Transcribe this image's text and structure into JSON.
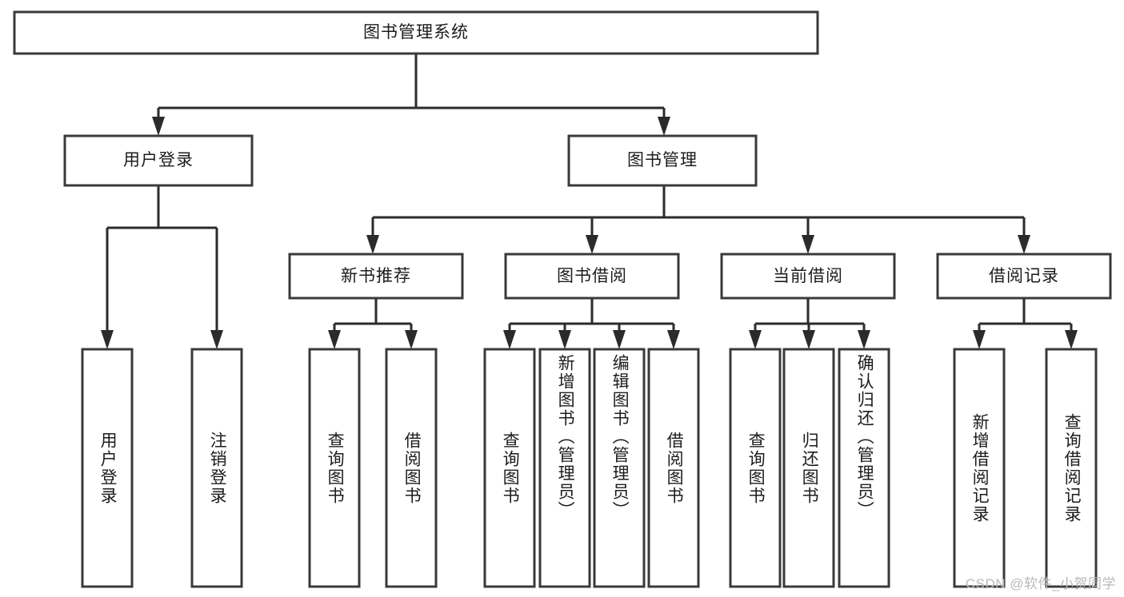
{
  "diagram": {
    "title": "图书管理系统",
    "type": "hierarchy-tree",
    "watermark": "CSDN @软件_小贺同学",
    "colors": {
      "box_stroke": "#3a3a3a",
      "connector": "#2b2b2b",
      "background": "#ffffff",
      "text": "#1c1c1c",
      "watermark": "#b9b9b9"
    },
    "levels": {
      "root": {
        "label": "图书管理系统"
      },
      "level2": [
        {
          "id": "user-login",
          "label": "用户登录"
        },
        {
          "id": "book-management",
          "label": "图书管理"
        }
      ],
      "level3": [
        {
          "id": "new-book-recommend",
          "label": "新书推荐",
          "parent": "book-management"
        },
        {
          "id": "book-borrow",
          "label": "图书借阅",
          "parent": "book-management"
        },
        {
          "id": "current-borrow",
          "label": "当前借阅",
          "parent": "book-management"
        },
        {
          "id": "borrow-record",
          "label": "借阅记录",
          "parent": "book-management"
        }
      ],
      "leaves": [
        {
          "id": "leaf-user-login",
          "label": "用户登录",
          "parent": "user-login"
        },
        {
          "id": "leaf-logout-login",
          "label": "注销登录",
          "parent": "user-login"
        },
        {
          "id": "leaf-query-book-1",
          "label": "查询图书",
          "parent": "new-book-recommend"
        },
        {
          "id": "leaf-borrow-book-1",
          "label": "借阅图书",
          "parent": "new-book-recommend"
        },
        {
          "id": "leaf-query-book-2",
          "label": "查询图书",
          "parent": "book-borrow"
        },
        {
          "id": "leaf-add-book",
          "label": "新增图书（管理员）",
          "parent": "book-borrow"
        },
        {
          "id": "leaf-edit-book",
          "label": "编辑图书（管理员）",
          "parent": "book-borrow"
        },
        {
          "id": "leaf-borrow-book-2",
          "label": "借阅图书",
          "parent": "book-borrow"
        },
        {
          "id": "leaf-query-book-3",
          "label": "查询图书",
          "parent": "current-borrow"
        },
        {
          "id": "leaf-return-book",
          "label": "归还图书",
          "parent": "current-borrow"
        },
        {
          "id": "leaf-confirm-return",
          "label": "确认归还（管理员）",
          "parent": "current-borrow"
        },
        {
          "id": "leaf-add-record",
          "label": "新增借阅记录",
          "parent": "borrow-record"
        },
        {
          "id": "leaf-query-record",
          "label": "查询借阅记录",
          "parent": "borrow-record"
        }
      ]
    }
  }
}
